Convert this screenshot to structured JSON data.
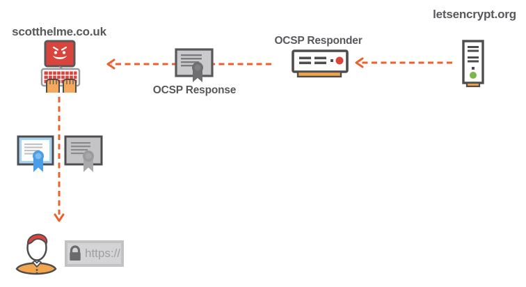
{
  "canvas": {
    "background": "#ffffff"
  },
  "colors": {
    "arrow_orange": "#EE5F2B",
    "outline_dark": "#4D4D4F",
    "label_text": "#57585B",
    "alert_red": "#D9453C",
    "accent_orange": "#F0A44C",
    "status_green": "#7AB648",
    "cert_blue": "#4A9EE8",
    "cert_light_blue": "#A9D3F2",
    "neutral_gray": "#C4C4C4"
  },
  "nodes": {
    "client": {
      "label": "scotthelme.co.uk",
      "icon": "hacked-computer-icon"
    },
    "ocsp_response": {
      "label": "OCSP Response",
      "icon": "ocsp-response-certificate-icon"
    },
    "ocsp_responder": {
      "label": "OCSP Responder",
      "icon": "responder-device-icon"
    },
    "certificate_authority": {
      "label": "letsencrypt.org",
      "icon": "server-tower-icon"
    },
    "site_certificates": {
      "icons": [
        "blue-certificate-icon",
        "gray-certificate-icon"
      ]
    },
    "user": {
      "icon": "person-icon"
    },
    "address_bar": {
      "label": "https://",
      "icon": "padlock-icon"
    }
  },
  "arrows": [
    {
      "name": "ca-to-responder-arrow",
      "from": "letsencrypt.org",
      "to": "OCSP Responder",
      "style": "dashed",
      "direction": "left"
    },
    {
      "name": "responder-to-client-arrow",
      "from": "OCSP Responder",
      "to": "scotthelme.co.uk",
      "style": "dashed",
      "direction": "left"
    },
    {
      "name": "client-to-user-arrow",
      "from": "scotthelme.co.uk",
      "to": "user",
      "style": "dashed",
      "direction": "down"
    }
  ]
}
